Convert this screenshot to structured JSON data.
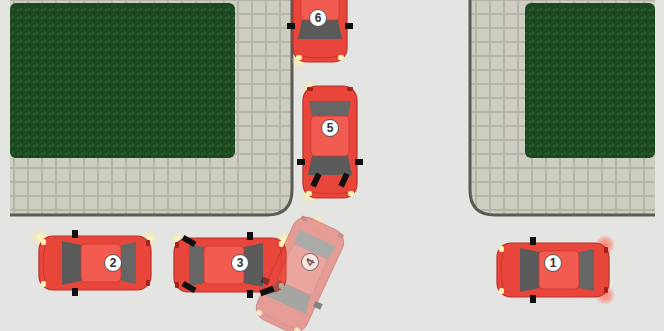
{
  "diagram": {
    "labels": [
      "6",
      "5",
      "2",
      "3",
      "4",
      "1"
    ]
  }
}
